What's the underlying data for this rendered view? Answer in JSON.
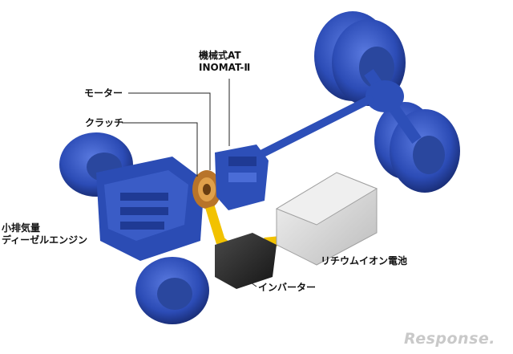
{
  "labels": {
    "transmission_line1": "機械式AT",
    "transmission_line2": "INOMAT-Ⅱ",
    "motor": "モーター",
    "clutch": "クラッチ",
    "engine_line1": "小排気量",
    "engine_line2": "ディーゼルエンジン",
    "battery": "リチウムイオン電池",
    "inverter": "インバーター"
  },
  "logo": "Response.",
  "colors": {
    "drivetrain_blue": "#2d4fb8",
    "power_cable_yellow": "#f2c200",
    "battery_silver": "#dcdcdc",
    "inverter_black": "#2a2a2a",
    "motor_copper": "#b8742a"
  }
}
